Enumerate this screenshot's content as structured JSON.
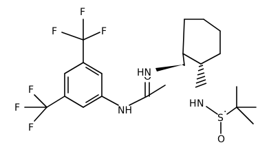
{
  "labels": {
    "F": "F",
    "NH": "NH",
    "HN": "HN",
    "N": "N",
    "H": "H",
    "O": "O",
    "S": "S",
    "S_dot": "·"
  },
  "colors": {
    "bond": "#000000",
    "text": "#000000",
    "background": "#ffffff"
  }
}
